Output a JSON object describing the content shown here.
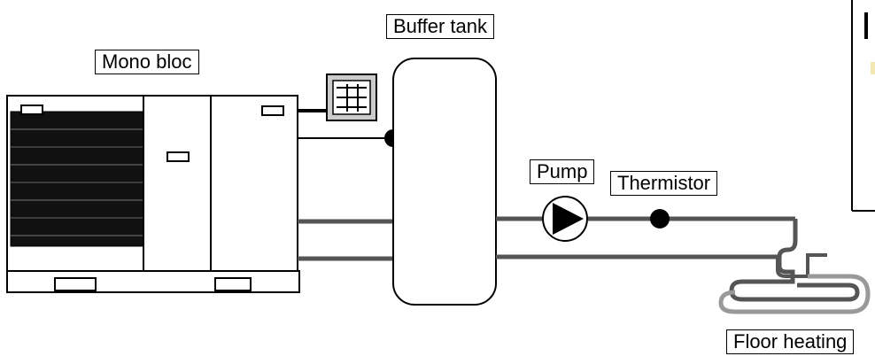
{
  "labels": {
    "mono_bloc": "Mono bloc",
    "buffer_tank": "Buffer tank",
    "pump": "Pump",
    "thermistor": "Thermistor",
    "floor_heating": "Floor heating"
  },
  "colors": {
    "line": "#000000",
    "pipe": "#555555",
    "pipe_light": "#999999",
    "background": "#ffffff"
  }
}
